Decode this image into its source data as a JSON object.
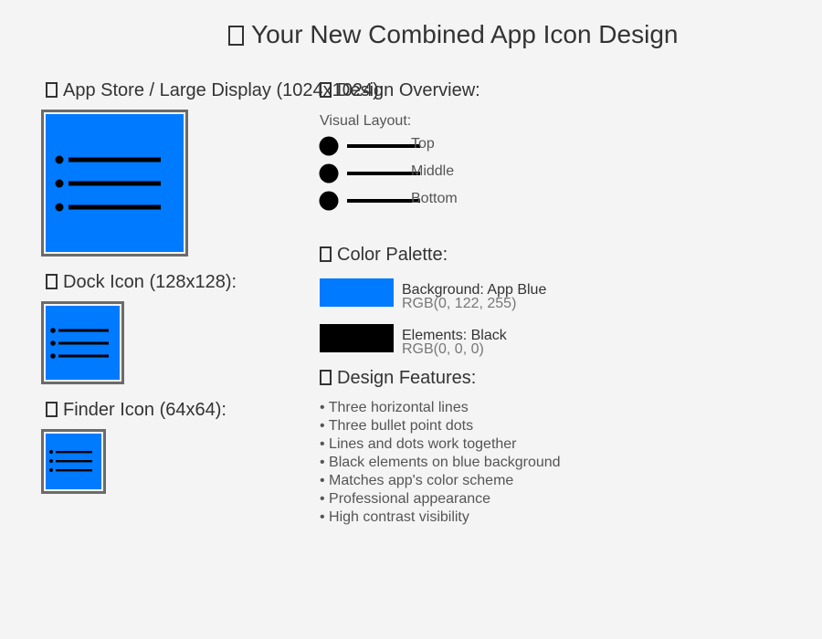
{
  "page": {
    "title": "Your New Combined App Icon Design",
    "colors": {
      "background": "#f4f4f4",
      "icon_blue": "#007aff",
      "element_black": "#000000",
      "frame_gray": "#6b6b6b"
    }
  },
  "icons": {
    "large_label": "App Store / Large Display (1024x1024):",
    "dock_label": "Dock Icon (128x128):",
    "finder_label": "Finder Icon (64x64):"
  },
  "overview": {
    "heading": "Design Overview:",
    "visual_layout_label": "Visual Layout:",
    "rows": [
      "Top",
      "Middle",
      "Bottom"
    ]
  },
  "palette": {
    "heading": "Color Palette:",
    "swatches": [
      {
        "name": "Background: App Blue",
        "rgb": "RGB(0, 122, 255)",
        "color": "#007aff"
      },
      {
        "name": "Elements: Black",
        "rgb": "RGB(0, 0, 0)",
        "color": "#000000"
      }
    ]
  },
  "features": {
    "heading": "Design Features:",
    "items": [
      "• Three horizontal lines",
      "• Three bullet point dots",
      "• Lines and dots work together",
      "• Black elements on blue background",
      "• Matches app's color scheme",
      "• Professional appearance",
      "• High contrast visibility"
    ]
  }
}
